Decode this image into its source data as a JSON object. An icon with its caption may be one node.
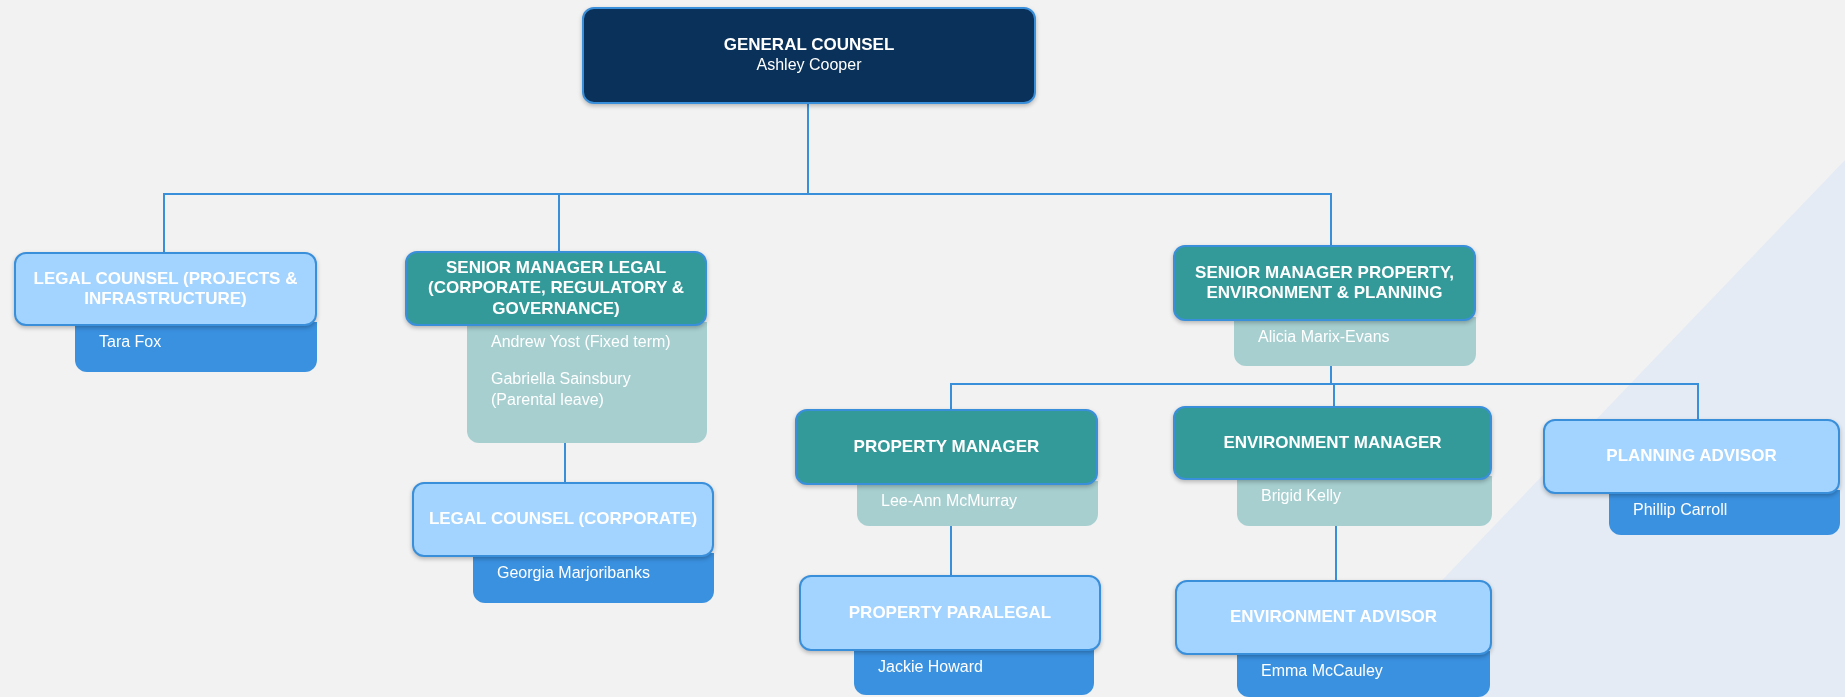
{
  "diagram": {
    "nodes": [
      {
        "text": [
          "GENERAL COUNSEL",
          "Ashley Cooper"
        ]
      },
      {
        "text": [
          "LEGAL COUNSEL (PROJECTS & INFRASTRUCTURE)",
          "Tara Fox"
        ]
      },
      {
        "text": [
          "SENIOR MANAGER LEGAL (CORPORATE, REGULATORY & GOVERNANCE)",
          "Andrew Yost (Fixed term)",
          "Gabriella Sainsbury (Parental leave)"
        ]
      },
      {
        "text": [
          "LEGAL COUNSEL (CORPORATE)",
          "Georgia Marjoribanks"
        ]
      },
      {
        "text": [
          "SENIOR MANAGER PROPERTY, ENVIRONMENT & PLANNING",
          "Alicia Marix-Evans"
        ]
      },
      {
        "text": [
          "PROPERTY MANAGER",
          "Lee-Ann McMurray"
        ]
      },
      {
        "text": [
          "ENVIRONMENT MANAGER",
          "Brigid Kelly"
        ]
      },
      {
        "text": [
          "PLANNING ADVISOR",
          "Phillip Carroll"
        ]
      },
      {
        "text": [
          "PROPERTY PARALEGAL",
          "Jackie Howard"
        ]
      },
      {
        "text": [
          "ENVIRONMENT ADVISOR",
          "Emma McCauley"
        ]
      }
    ],
    "edges": [
      {
        "from": 0,
        "to": 1,
        "arrow": "none"
      },
      {
        "from": 0,
        "to": 2,
        "arrow": "none"
      },
      {
        "from": 0,
        "to": 4,
        "arrow": "none"
      },
      {
        "from": 2,
        "to": 3,
        "arrow": "none"
      },
      {
        "from": 4,
        "to": 5,
        "arrow": "none"
      },
      {
        "from": 4,
        "to": 6,
        "arrow": "none"
      },
      {
        "from": 4,
        "to": 7,
        "arrow": "none"
      },
      {
        "from": 5,
        "to": 8,
        "arrow": "none"
      },
      {
        "from": 6,
        "to": 9,
        "arrow": "none"
      }
    ]
  }
}
